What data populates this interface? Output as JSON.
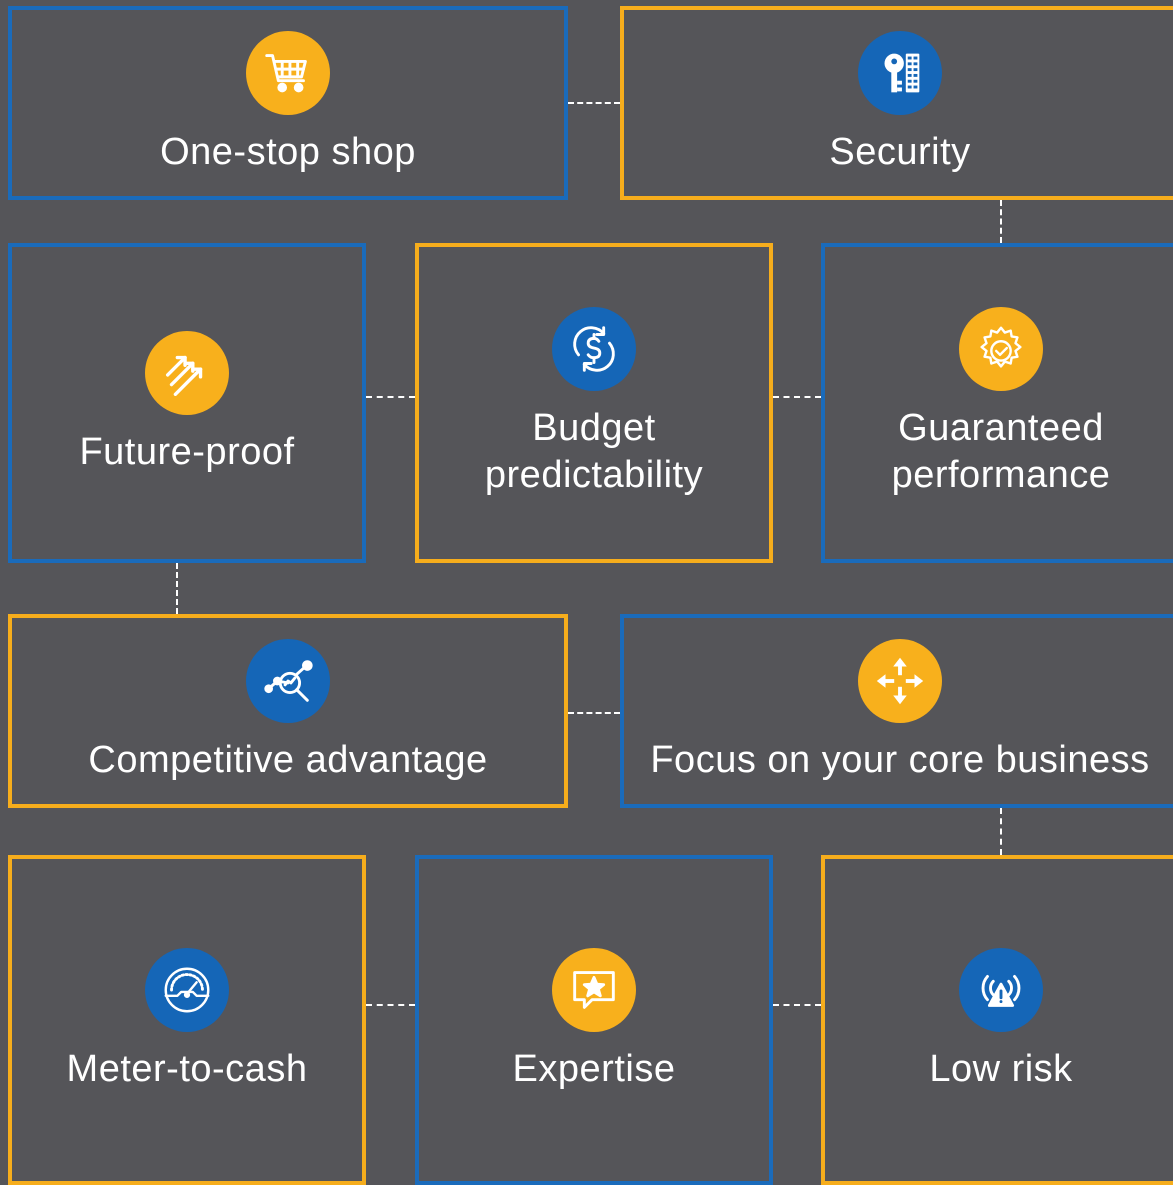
{
  "colors": {
    "background": "#555559",
    "blue": "#1a6bbb",
    "yellow": "#f6ad1c",
    "text": "#ffffff"
  },
  "tiles": [
    {
      "label": "One-stop shop",
      "border": "blue",
      "icon": "shopping-cart-icon",
      "icon_bg": "yellow"
    },
    {
      "label": "Security",
      "border": "yellow",
      "icon": "key-server-icon",
      "icon_bg": "blue"
    },
    {
      "label": "Future-proof",
      "border": "blue",
      "icon": "rising-arrows-icon",
      "icon_bg": "yellow"
    },
    {
      "label": "Budget predictability",
      "border": "yellow",
      "icon": "dollar-cycle-icon",
      "icon_bg": "blue"
    },
    {
      "label": "Guaranteed performance",
      "border": "blue",
      "icon": "gear-check-icon",
      "icon_bg": "yellow"
    },
    {
      "label": "Competitive advantage",
      "border": "yellow",
      "icon": "analytics-magnifier-icon",
      "icon_bg": "blue"
    },
    {
      "label": "Focus on your core business",
      "border": "blue",
      "icon": "four-way-arrows-icon",
      "icon_bg": "yellow"
    },
    {
      "label": "Meter-to-cash",
      "border": "yellow",
      "icon": "gauge-meter-icon",
      "icon_bg": "blue"
    },
    {
      "label": "Expertise",
      "border": "blue",
      "icon": "star-speech-bubble-icon",
      "icon_bg": "yellow"
    },
    {
      "label": "Low risk",
      "border": "yellow",
      "icon": "signal-warning-icon",
      "icon_bg": "blue"
    }
  ]
}
